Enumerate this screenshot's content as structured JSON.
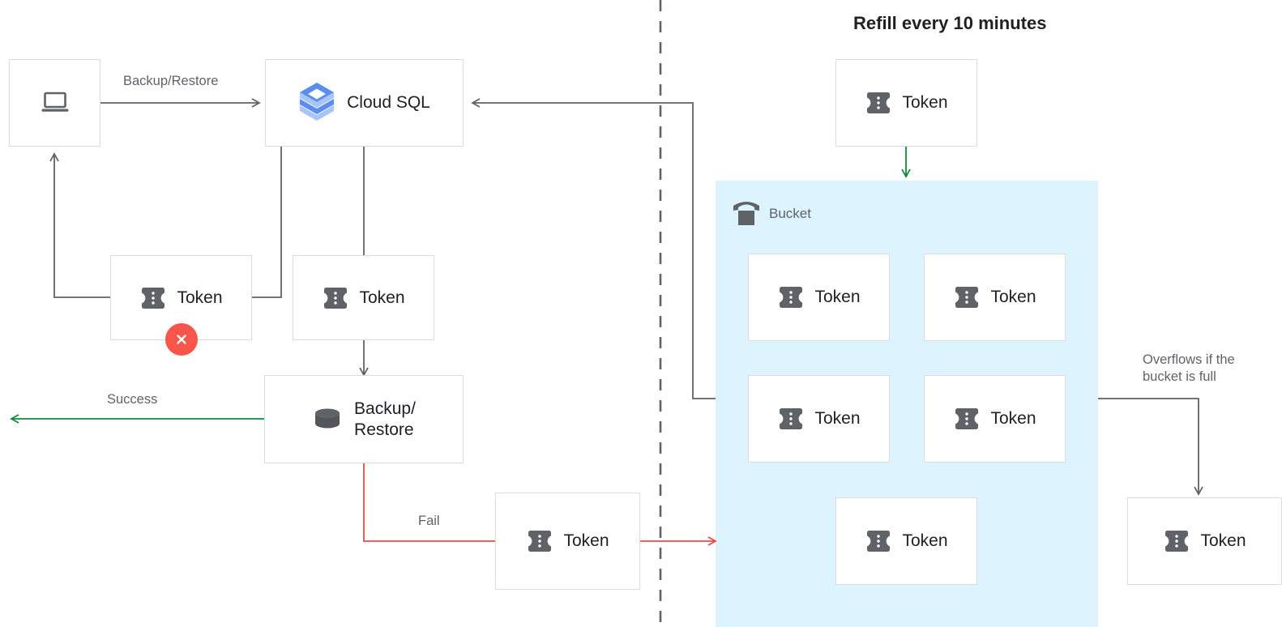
{
  "diagram": {
    "title": "Refill every 10 minutes",
    "colors": {
      "bucket_fill": "#ddf3fd",
      "box_border": "#dadce0",
      "line": "#5f6368",
      "success": "#128a3f",
      "fail": "#f4493d",
      "error_badge": "#f9554a",
      "token_icon": "#5f6368",
      "text": "#202124",
      "muted_text": "#5f6368"
    },
    "left": {
      "laptop_node": {
        "icon": "laptop-icon",
        "label": ""
      },
      "cloudsql_node": {
        "icon": "cloud-sql-icon",
        "label": "Cloud SQL"
      },
      "token_failed": {
        "icon": "token-icon",
        "label": "Token",
        "badge": "error-x-badge"
      },
      "token_consumed": {
        "icon": "token-icon",
        "label": "Token"
      },
      "backup_node": {
        "icon": "database-icon",
        "label": "Backup/\nRestore"
      },
      "token_fail_out": {
        "icon": "token-icon",
        "label": "Token"
      },
      "edges": {
        "backup_restore": "Backup/Restore",
        "success": "Success",
        "fail": "Fail"
      }
    },
    "right": {
      "refill_token": {
        "icon": "token-icon",
        "label": "Token"
      },
      "bucket": {
        "icon": "bucket-icon",
        "label": "Bucket",
        "tokens": [
          {
            "icon": "token-icon",
            "label": "Token"
          },
          {
            "icon": "token-icon",
            "label": "Token"
          },
          {
            "icon": "token-icon",
            "label": "Token"
          },
          {
            "icon": "token-icon",
            "label": "Token"
          },
          {
            "icon": "token-icon",
            "label": "Token"
          }
        ]
      },
      "overflow_label": "Overflows if the\nbucket is full",
      "overflow_token": {
        "icon": "token-icon",
        "label": "Token"
      }
    }
  }
}
